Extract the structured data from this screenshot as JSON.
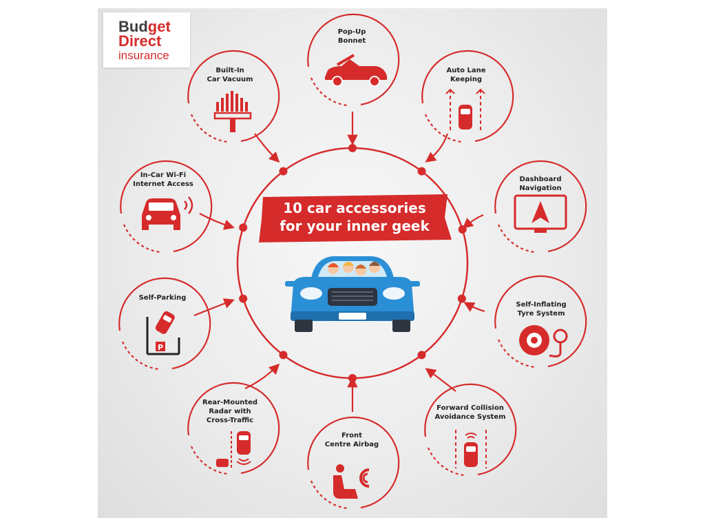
{
  "logo": {
    "line1a": "Bud",
    "line1b": "get",
    "line2": "Direct",
    "line3": "insurance"
  },
  "title": {
    "line1": "10 car accessories",
    "line2": "for your inner geek"
  },
  "features": [
    {
      "key": "pop-up-bonnet",
      "label": "Pop-Up\nBonnet",
      "icon": "car-open-bonnet-icon"
    },
    {
      "key": "auto-lane-keeping",
      "label": "Auto Lane\nKeeping",
      "icon": "lane-keeping-icon"
    },
    {
      "key": "dashboard-navigation",
      "label": "Dashboard\nNavigation",
      "icon": "navigation-screen-icon"
    },
    {
      "key": "self-inflating-tyre",
      "label": "Self-Inflating\nTyre System",
      "icon": "tyre-gauge-icon"
    },
    {
      "key": "forward-collision",
      "label": "Forward Collision\nAvoidance System",
      "icon": "collision-sensor-icon"
    },
    {
      "key": "front-centre-airbag",
      "label": "Front\nCentre Airbag",
      "icon": "seat-airbag-icon"
    },
    {
      "key": "rear-mounted-radar",
      "label": "Rear-Mounted\nRadar with\nCross-Traffic",
      "icon": "rear-radar-icon"
    },
    {
      "key": "self-parking",
      "label": "Self-Parking",
      "icon": "parking-icon"
    },
    {
      "key": "in-car-wifi",
      "label": "In-Car Wi-Fi\nInternet Access",
      "icon": "wifi-car-icon"
    },
    {
      "key": "built-in-vacuum",
      "label": "Built-In\nCar Vacuum",
      "icon": "vacuum-icon"
    }
  ],
  "parking_sign": "P",
  "colors": {
    "accent": "#d62b2b",
    "car": "#2b8fd6",
    "text": "#222222"
  }
}
